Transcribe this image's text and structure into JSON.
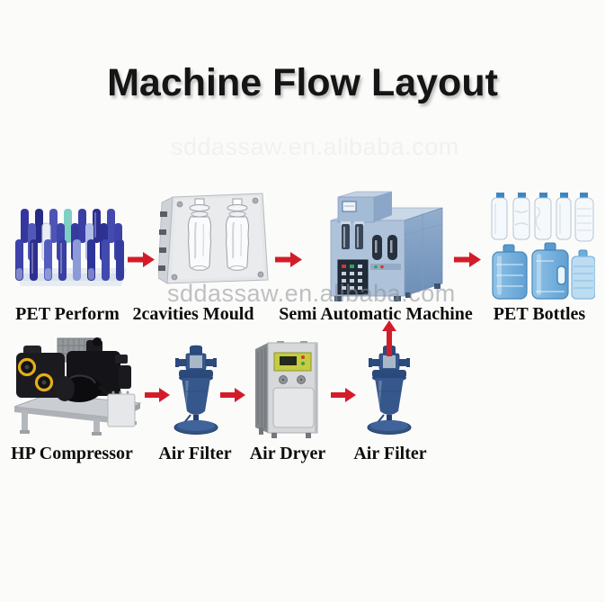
{
  "title": "Machine Flow Layout",
  "watermark": "sddassaw.en.alibaba.com",
  "colors": {
    "arrow": "#d31c2a",
    "title_text": "#151515",
    "machine_blue": "#aec2da",
    "filter_blue": "#2c4a7c",
    "label_text": "#0d0d0d",
    "watermark_gray": "#8c8f93"
  },
  "top_row": {
    "items": [
      {
        "label": "PET Perform",
        "icon": "pet-preforms-image"
      },
      {
        "label": "2cavities Mould",
        "icon": "mould-image"
      },
      {
        "label": "Semi Automatic Machine",
        "icon": "blow-machine-image"
      },
      {
        "label": "PET Bottles",
        "icon": "pet-bottles-image"
      }
    ]
  },
  "bottom_row": {
    "items": [
      {
        "label": "HP Compressor",
        "icon": "compressor-image"
      },
      {
        "label": "Air Filter",
        "icon": "air-filter-image"
      },
      {
        "label": "Air Dryer",
        "icon": "air-dryer-image"
      },
      {
        "label": "Air Filter",
        "icon": "air-filter-image"
      }
    ]
  }
}
